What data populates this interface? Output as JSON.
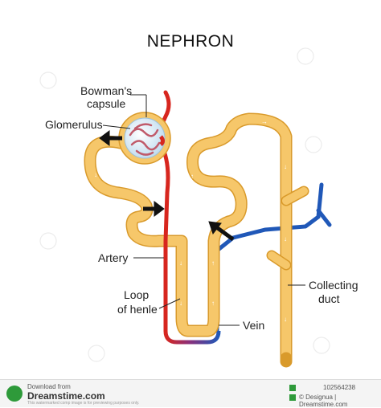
{
  "title": "NEPHRON",
  "labels": {
    "bowmans_line1": "Bowman's",
    "bowmans_line2": "capsule",
    "glomerulus": "Glomerulus",
    "artery": "Artery",
    "loop_line1": "Loop",
    "loop_line2": "of henle",
    "vein": "Vein",
    "collecting_line1": "Collecting",
    "collecting_line2": "duct"
  },
  "colors": {
    "tubule": "#f6c76a",
    "tubule_edge": "#d99a2b",
    "artery": "#d7261e",
    "vein": "#2058b8",
    "capsule": "#cfe6f5",
    "arrow": "#111111"
  },
  "footer": {
    "download_text": "Download from",
    "site": "Dreamstime.com",
    "small_print": "This watermarked comp image is for previewing purposes only.",
    "image_id": "102564238",
    "credit": "© Designua | Dreamstime.com"
  }
}
